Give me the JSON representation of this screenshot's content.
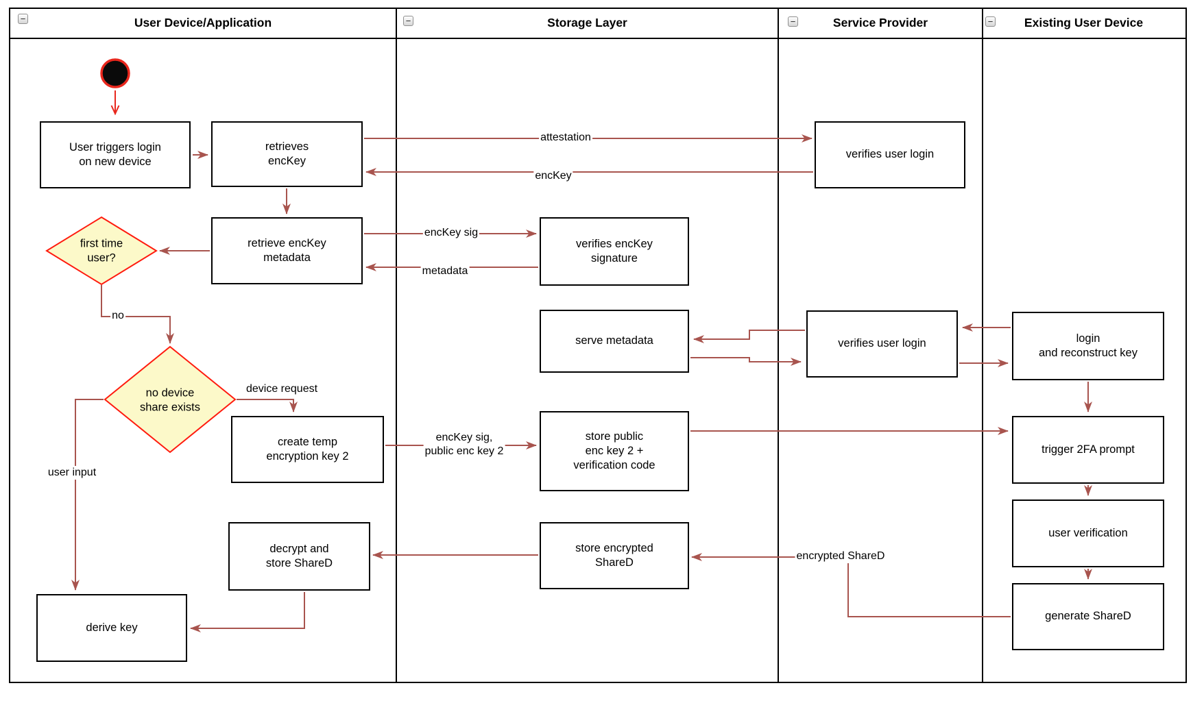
{
  "diagram": {
    "collapse_glyph": "−",
    "lanes": [
      {
        "title": "User Device/Application"
      },
      {
        "title": "Storage Layer"
      },
      {
        "title": "Service Provider"
      },
      {
        "title": "Existing User Device"
      }
    ],
    "nodes": {
      "user_triggers": "User triggers login\non new device",
      "retrieves_enckey": "retrieves\nencKey",
      "retrieve_metadata": "retrieve encKey\nmetadata",
      "first_time_user": "first time\nuser?",
      "no_device_share": "no device\nshare exists",
      "create_temp_key": "create temp\nencryption key 2",
      "decrypt_store": "decrypt and\nstore ShareD",
      "derive_key": "derive key",
      "verifies_signature": "verifies encKey\nsignature",
      "serve_metadata": "serve metadata",
      "store_public_key": "store public\nenc key 2 +\nverification code",
      "store_encrypted": "store encrypted\nShareD",
      "verifies_login_1": "verifies user login",
      "verifies_login_2": "verifies user login",
      "login_reconstruct": "login\nand reconstruct key",
      "trigger_2fa": "trigger 2FA prompt",
      "user_verification": "user verification",
      "generate_shared": "generate ShareD"
    },
    "edge_labels": {
      "attestation": "attestation",
      "enckey": "encKey",
      "enckey_sig": "encKey sig",
      "metadata": "metadata",
      "no": "no",
      "user_input": "user input",
      "device_request": "device request",
      "enckey_sig_public": "encKey sig,\npublic enc key 2",
      "encrypted_shared": "encrypted ShareD"
    },
    "colors": {
      "edge": "#A8544E",
      "highlight": "#E8271D",
      "decision_fill": "#FCF9C9",
      "decision_border": "#FF1A0E"
    }
  }
}
